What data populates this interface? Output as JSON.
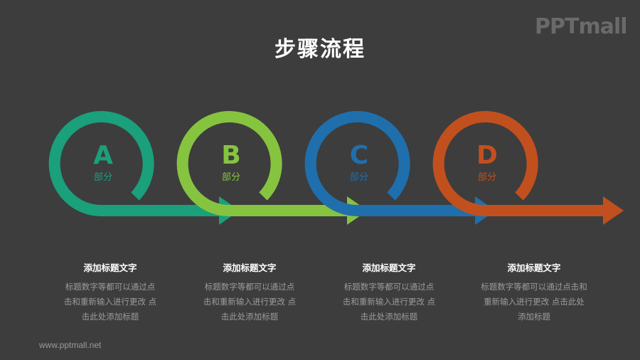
{
  "title": "步骤流程",
  "logo": "PPTmall",
  "footer": "www.pptmall.net",
  "steps": [
    {
      "letter": "A",
      "label": "部分",
      "color": "#1aa07a",
      "desc_title": "添加标题文字",
      "desc_lines": [
        "标题数字等都可以通过点",
        "击和重新输入进行更改 点",
        "击此处添加标题"
      ]
    },
    {
      "letter": "B",
      "label": "部分",
      "color": "#86c440",
      "desc_title": "添加标题文字",
      "desc_lines": [
        "标题数字等都可以通过点",
        "击和重新输入进行更改 点",
        "击此处添加标题"
      ]
    },
    {
      "letter": "C",
      "label": "部分",
      "color": "#1f6fad",
      "desc_title": "添加标题文字",
      "desc_lines": [
        "标题数字等都可以通过点",
        "击和重新输入进行更改 点",
        "击此处添加标题"
      ]
    },
    {
      "letter": "D",
      "label": "部分",
      "color": "#c2501e",
      "desc_title": "添加标题文字",
      "desc_lines": [
        "标题数字等都可以通过点击和",
        "重新输入进行更改 点击此处",
        "添加标题"
      ]
    }
  ]
}
